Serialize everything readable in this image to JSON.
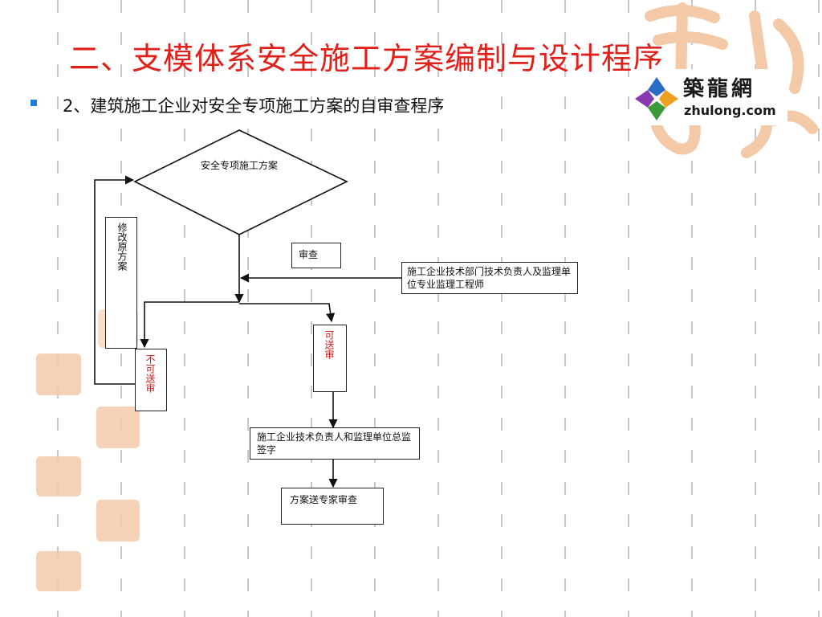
{
  "slide": {
    "title": "二、支模体系安全施工方案编制与设计程序",
    "subtitle": "2、建筑施工企业对安全专项施工方案的自审查程序"
  },
  "logo": {
    "name": "築龍網",
    "url": "zhulong.com"
  },
  "flowchart": {
    "start": "安全专项施工方案",
    "review_label": "审查",
    "reviewers": "施工企业技术部门技术负责人及监理单位专业监理工程师",
    "revise": "修改原方案",
    "reject": "不可送审",
    "approve": "可送审",
    "sign": "施工企业技术负责人和监理单位总监签字",
    "expert": "方案送专家审查"
  },
  "colors": {
    "title": "#e0201a",
    "bullet": "#1f7fd6",
    "decision_text": "#d21a1a",
    "watermark": "#f3c9a8"
  }
}
